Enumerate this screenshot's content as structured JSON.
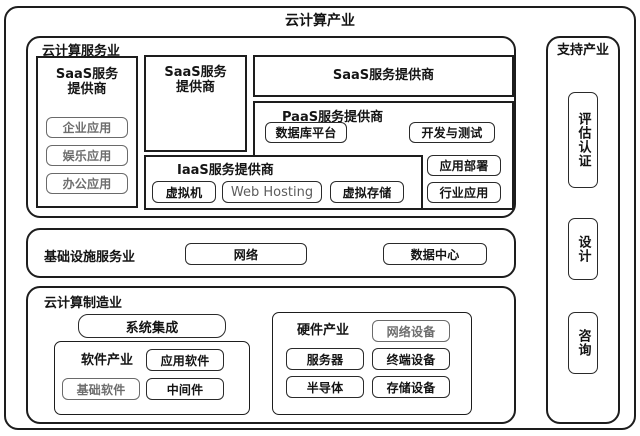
{
  "diagram": {
    "type": "hierarchy-block-diagram",
    "title": "云计算产业"
  },
  "services": {
    "title": "云计算服务业",
    "saas_provider_left": "SaaS服务\n提供商",
    "saas_provider_mid": "SaaS服务\n提供商",
    "saas_provider_wide": "SaaS服务提供商",
    "saas_items": [
      {
        "label": "企业应用"
      },
      {
        "label": "娱乐应用"
      },
      {
        "label": "办公应用"
      }
    ],
    "paas": {
      "title": "PaaS服务提供商",
      "items": [
        {
          "label": "数据库平台"
        },
        {
          "label": "开发与测试"
        },
        {
          "label": "应用部署"
        },
        {
          "label": "行业应用"
        }
      ]
    },
    "iaas": {
      "title": "IaaS服务提供商",
      "items": [
        {
          "label": "虚拟机"
        },
        {
          "label": "Web Hosting"
        },
        {
          "label": "虚拟存储"
        }
      ]
    }
  },
  "infrastructure": {
    "title": "基础设施服务业",
    "items": [
      {
        "label": "网络"
      },
      {
        "label": "数据中心"
      }
    ]
  },
  "manufacturing": {
    "title": "云计算制造业",
    "system_integration": "系统集成",
    "software": {
      "title": "软件产业",
      "items": [
        {
          "label": "应用软件"
        },
        {
          "label": "基础软件"
        },
        {
          "label": "中间件"
        }
      ]
    },
    "hardware": {
      "title": "硬件产业",
      "items": [
        {
          "label": "网络设备"
        },
        {
          "label": "服务器"
        },
        {
          "label": "终端设备"
        },
        {
          "label": "半导体"
        },
        {
          "label": "存储设备"
        }
      ]
    }
  },
  "support": {
    "title": "支持产业",
    "items": [
      {
        "label": "评估认证"
      },
      {
        "label": "设计"
      },
      {
        "label": "咨询"
      }
    ]
  },
  "colors": {
    "stroke": "#1d1d1d",
    "text": "#141414",
    "muted_text": "#6e6e6e",
    "background": "#ffffff"
  }
}
